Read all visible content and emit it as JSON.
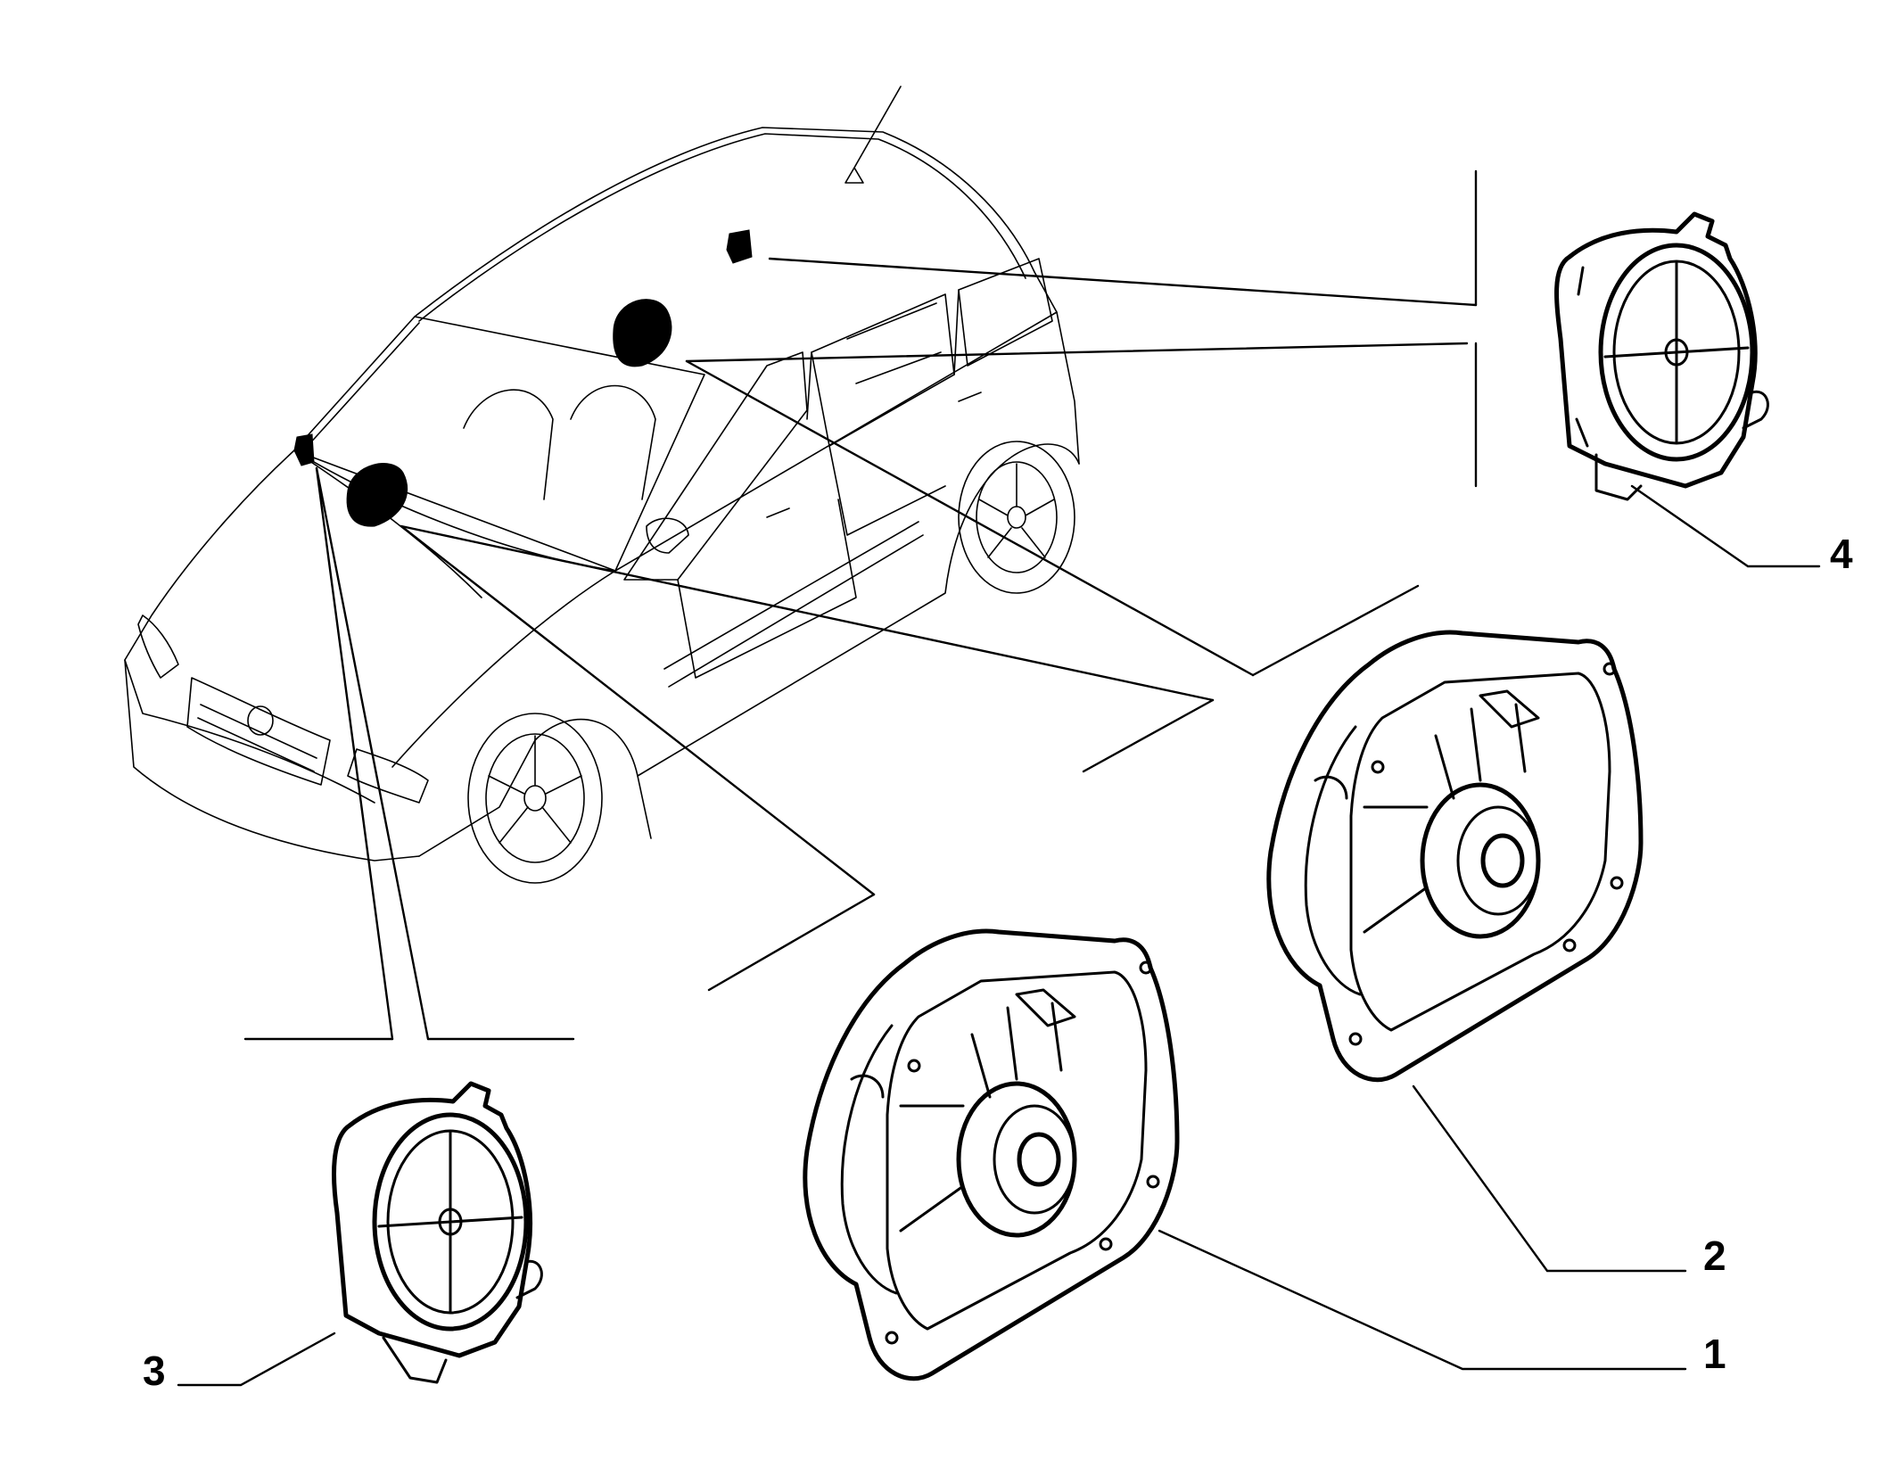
{
  "diagram": {
    "callouts": [
      {
        "id": "1",
        "label": "1"
      },
      {
        "id": "2",
        "label": "2"
      },
      {
        "id": "3",
        "label": "3"
      },
      {
        "id": "4",
        "label": "4"
      }
    ],
    "parts": [
      {
        "callout": "1",
        "icon": "speaker-woofer-icon"
      },
      {
        "callout": "2",
        "icon": "speaker-woofer-icon"
      },
      {
        "callout": "3",
        "icon": "speaker-tweeter-icon"
      },
      {
        "callout": "4",
        "icon": "speaker-tweeter-icon"
      }
    ],
    "colors": {
      "line": "#000000",
      "background": "#ffffff"
    }
  }
}
